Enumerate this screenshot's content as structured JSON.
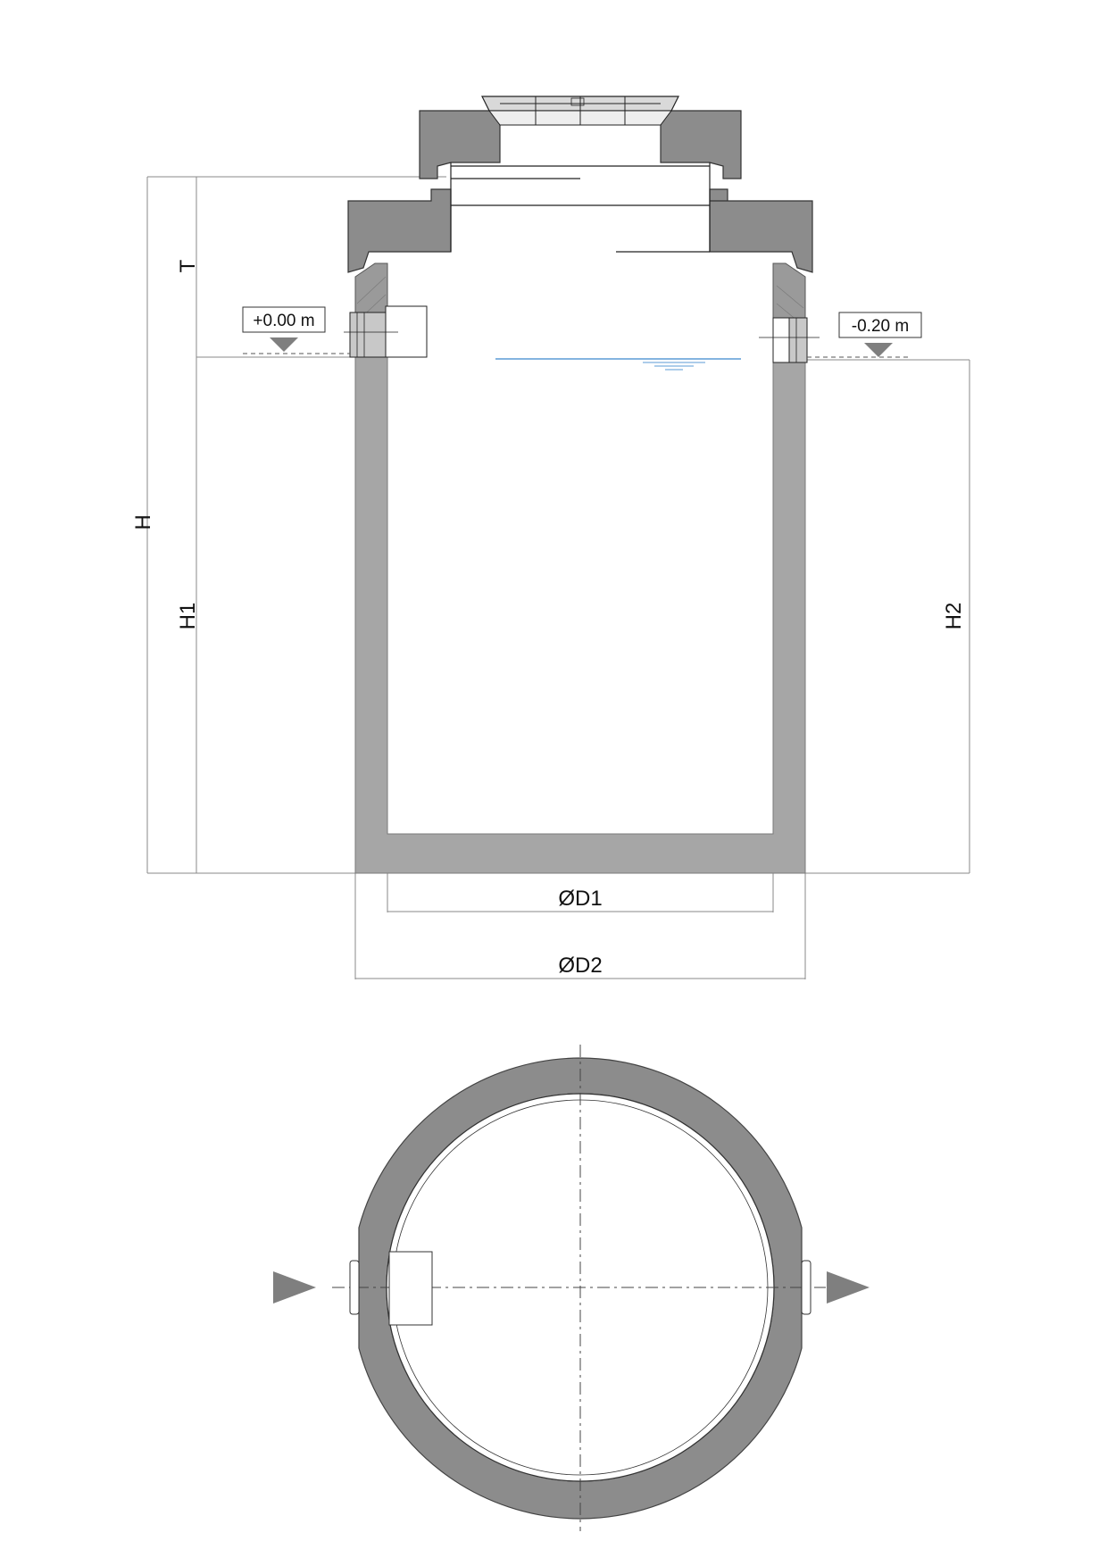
{
  "section_view": {
    "dimensions": {
      "total_height": "H",
      "top_height": "T",
      "inlet_height": "H1",
      "outlet_height": "H2",
      "inner_diameter": "ØD1",
      "outer_diameter": "ØD2"
    },
    "levels": {
      "inlet": "+0.00 m",
      "outlet": "-0.20 m"
    }
  },
  "colors": {
    "concrete": "#a6a6a6",
    "concrete_dark": "#8c8c8c",
    "water": "#5b9bd5",
    "line": "#222222"
  }
}
